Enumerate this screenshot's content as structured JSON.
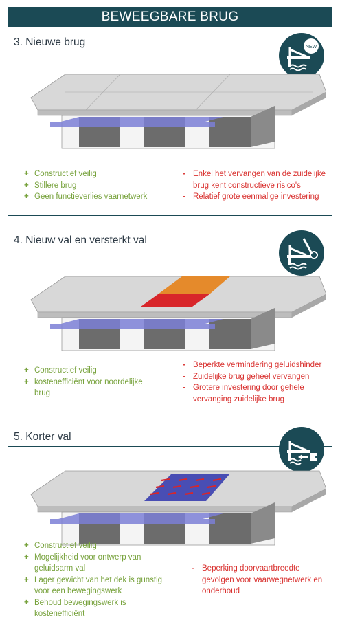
{
  "header": {
    "title": "BEWEEGBARE BRUG"
  },
  "sections": [
    {
      "title": "3. Nieuwe brug",
      "badge_icon": "new-bridge-icon",
      "badge_text": "NEW",
      "pros": [
        "Constructief veilig",
        "Stillere brug",
        "Geen functieverlies vaarnetwerk"
      ],
      "cons": [
        "Enkel het vervangen van de zuidelijke brug kent constructieve risico's",
        "Relatief grote eenmalige investering"
      ]
    },
    {
      "title": "4. Nieuw val en versterkt val",
      "badge_icon": "crane-bridge-icon",
      "pros": [
        "Constructief veilig",
        "kostenefficiënt voor noordelijke brug"
      ],
      "cons": [
        "Beperkte vermindering geluidshinder",
        "Zuidelijke brug geheel vervangen",
        "Grotere investering door gehele vervanging zuidelijke brug"
      ]
    },
    {
      "title": "5. Korter val",
      "badge_icon": "shorter-span-icon",
      "pros": [
        "Constructief veilig",
        "Mogelijkheid voor ontwerp van geluidsarm val",
        "Lager gewicht van het dek is gunstig voor een bewegingswerk",
        "Behoud bewegingswerk is kostenefficiënt"
      ],
      "cons": [
        "Beperking doorvaartbreedte gevolgen voor vaarwegnetwerk en onderhoud"
      ]
    }
  ],
  "colors": {
    "header_bg": "#1b4a55",
    "pro": "#77a23c",
    "con": "#d9312f",
    "water_plane": "#7b7fd6",
    "new_deck_orange": "#e58a2b",
    "new_deck_red": "#d8262a",
    "deck_blue": "#3a3fb0"
  }
}
